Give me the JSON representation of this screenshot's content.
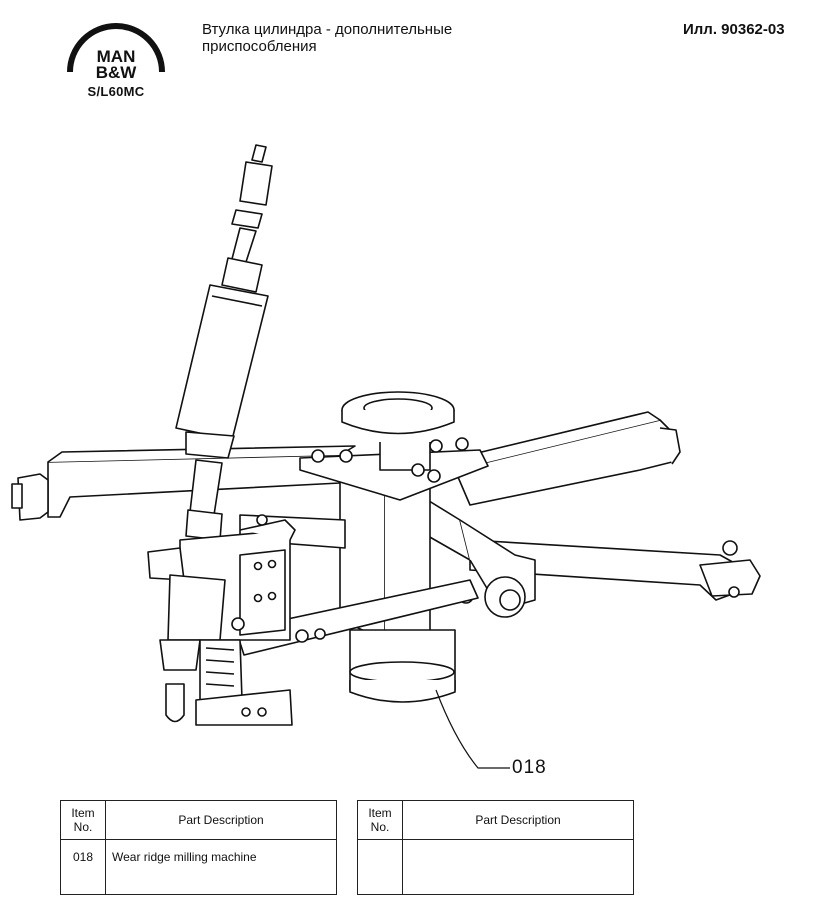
{
  "header": {
    "logo_top": "MAN",
    "logo_bottom": "B&W",
    "engine_model": "S/L60MC",
    "title_line1": "Втулка цилиндра - дополнительные",
    "title_line2": "приспособления",
    "illustration_no": "Илл. 90362-03"
  },
  "drawing": {
    "callout_label": "018"
  },
  "parts_tables": [
    {
      "header_item": "Item No.",
      "header_desc": "Part Description",
      "rows": [
        {
          "item": "018",
          "desc": "Wear ridge milling machine"
        }
      ]
    },
    {
      "header_item": "Item No.",
      "header_desc": "Part Description",
      "rows": [
        {
          "item": "",
          "desc": ""
        }
      ]
    }
  ]
}
